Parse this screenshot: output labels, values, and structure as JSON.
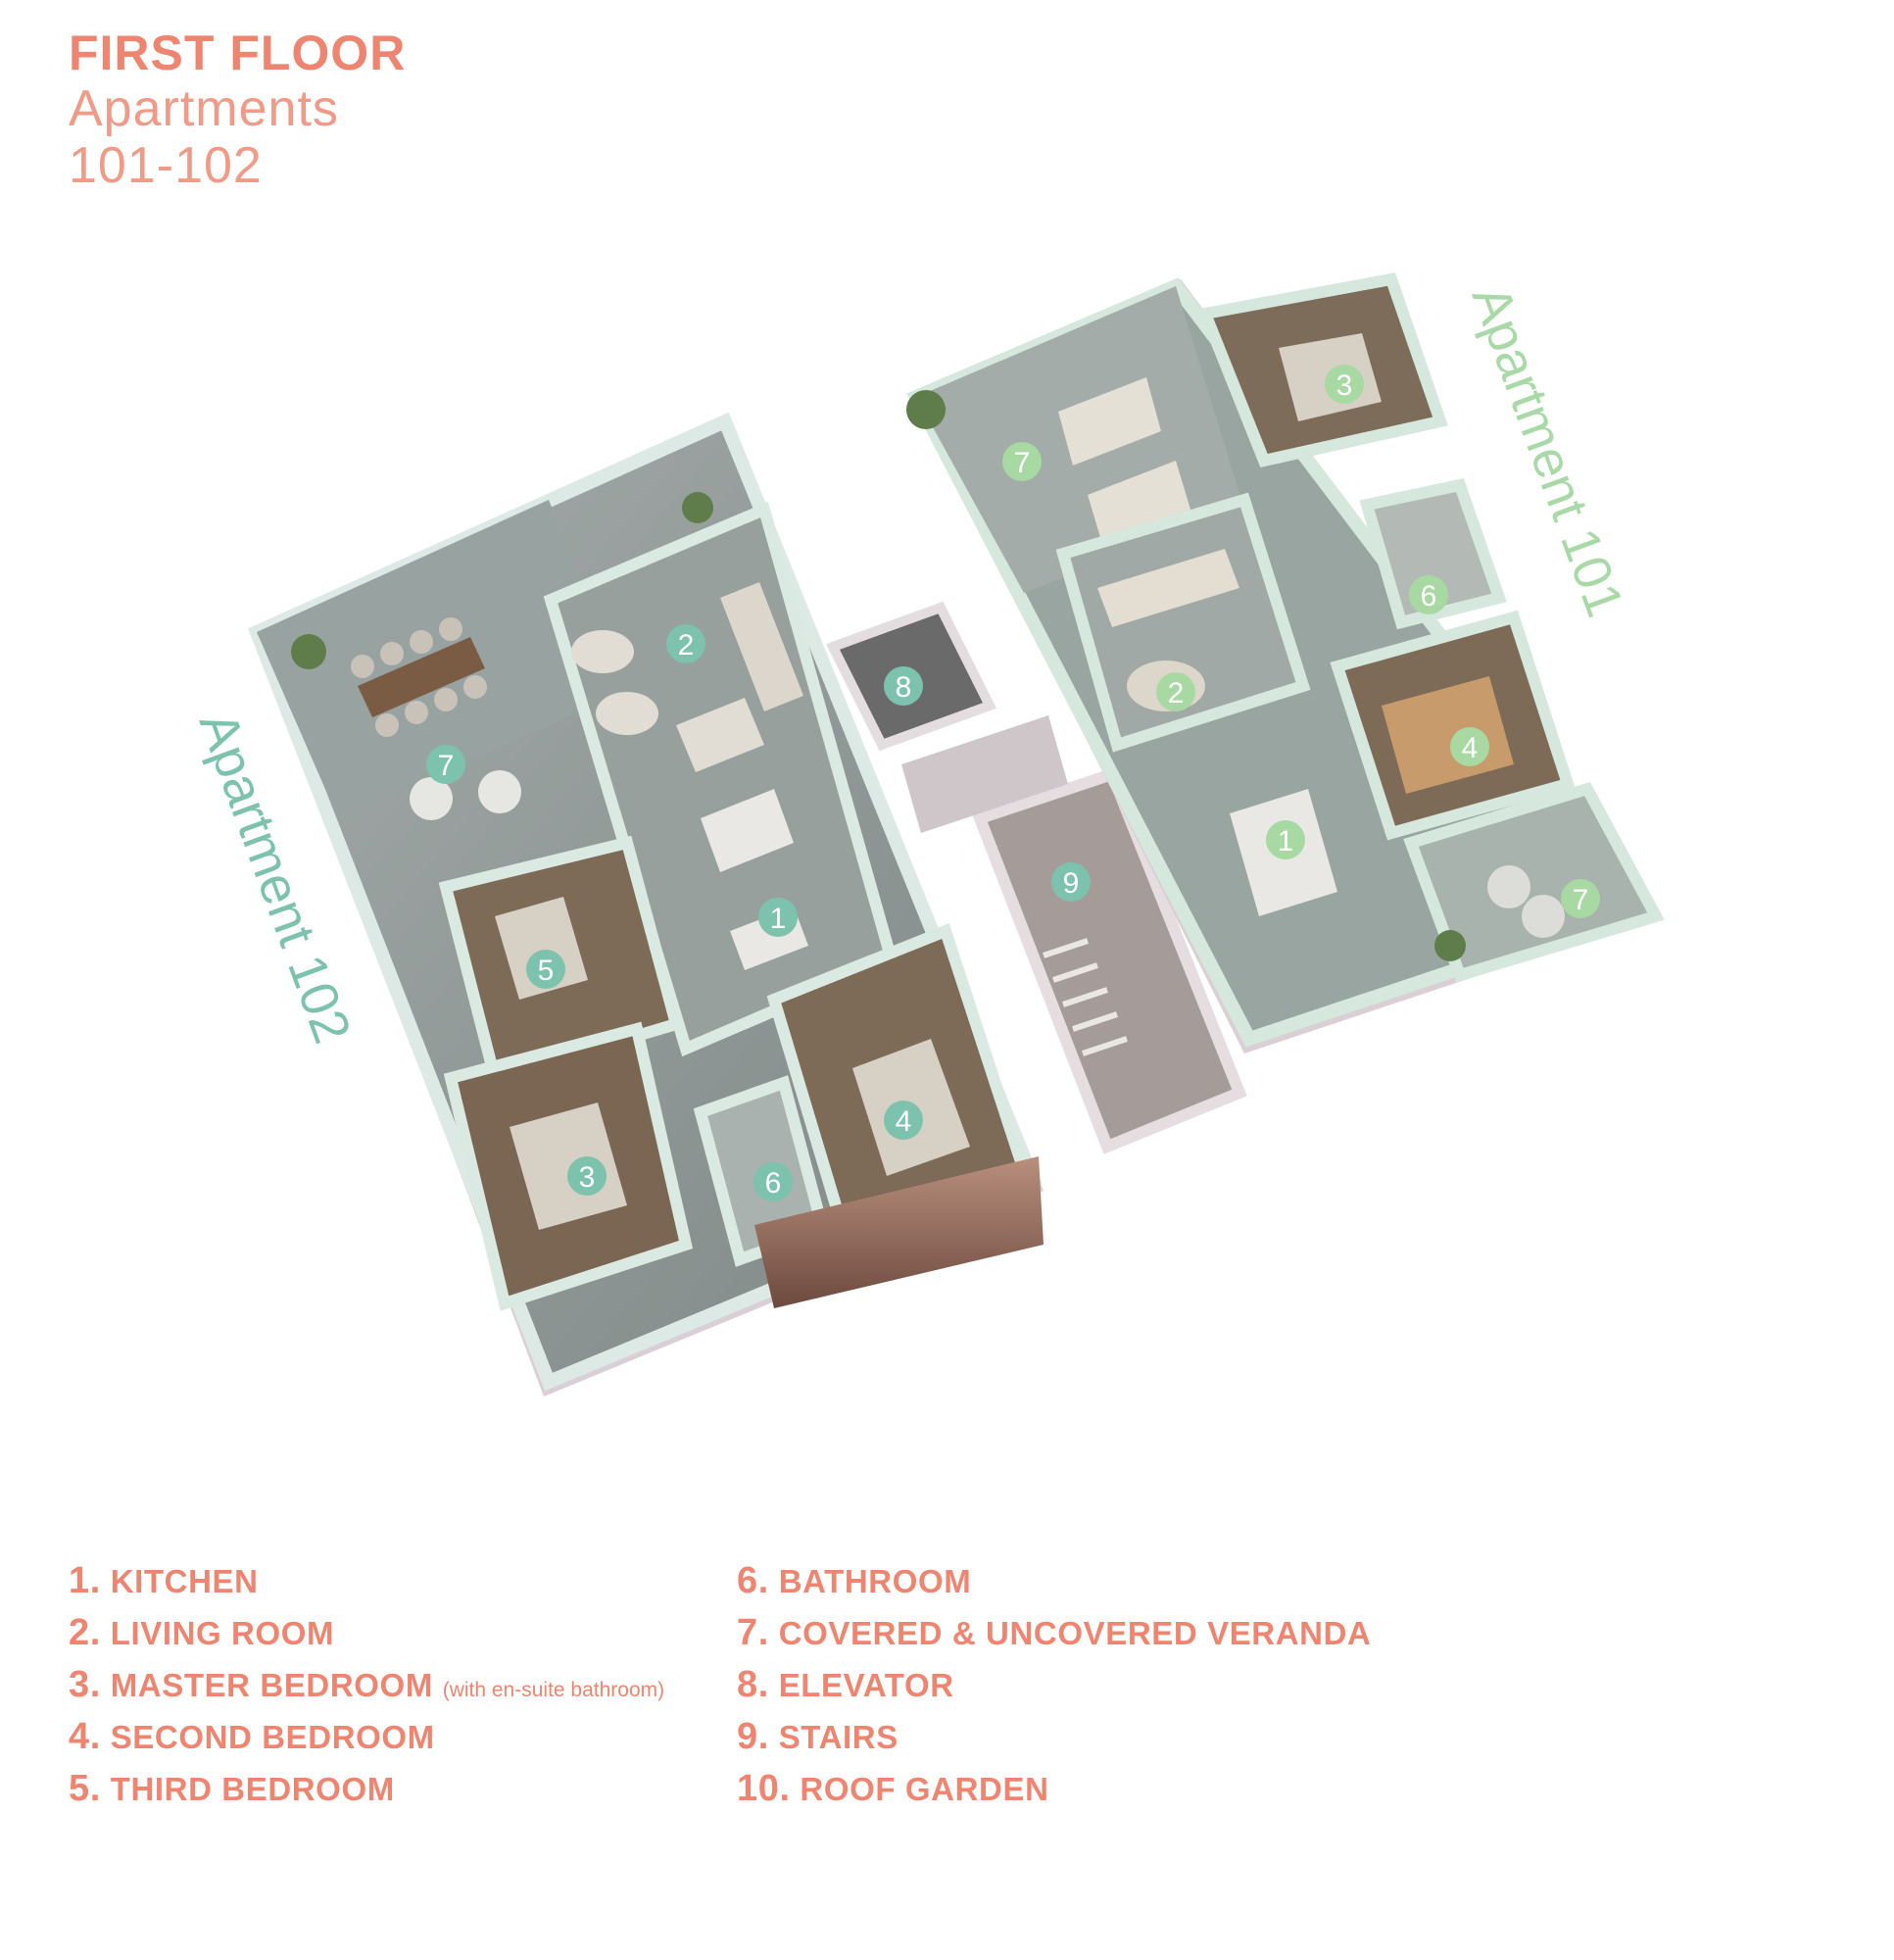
{
  "title": {
    "floor": "FIRST FLOOR",
    "line2": "Apartments",
    "line3": "101-102"
  },
  "apartments": {
    "left_label": "Apartment 102",
    "right_label": "Apartment 101"
  },
  "markers": {
    "apt102": [
      "7",
      "2",
      "1",
      "5",
      "3",
      "6",
      "4"
    ],
    "apt101": [
      "7",
      "3",
      "6",
      "2",
      "4",
      "1",
      "7"
    ],
    "core": [
      "8",
      "9"
    ]
  },
  "legend": {
    "left": [
      {
        "num": "1.",
        "label": "KITCHEN",
        "note": ""
      },
      {
        "num": "2.",
        "label": "LIVING ROOM",
        "note": ""
      },
      {
        "num": "3.",
        "label": "MASTER BEDROOM",
        "note": "(with en-suite bathroom)"
      },
      {
        "num": "4.",
        "label": "SECOND BEDROOM",
        "note": ""
      },
      {
        "num": "5.",
        "label": "THIRD BEDROOM",
        "note": ""
      }
    ],
    "right": [
      {
        "num": "6.",
        "label": "BATHROOM"
      },
      {
        "num": "7.",
        "label": "COVERED & UNCOVERED VERANDA"
      },
      {
        "num": "8.",
        "label": "ELEVATOR"
      },
      {
        "num": "9.",
        "label": "STAIRS"
      },
      {
        "num": "10.",
        "label": "ROOF GARDEN"
      }
    ]
  },
  "colors": {
    "title": "#ee8571",
    "apt102_label": "#7cc2ad",
    "apt101_label": "#a8d9a6",
    "apt102_marker": "#7cc2ad",
    "apt101_marker": "#a9d9a3",
    "wall": "#d6e8e2",
    "floor": "#8f9895"
  }
}
